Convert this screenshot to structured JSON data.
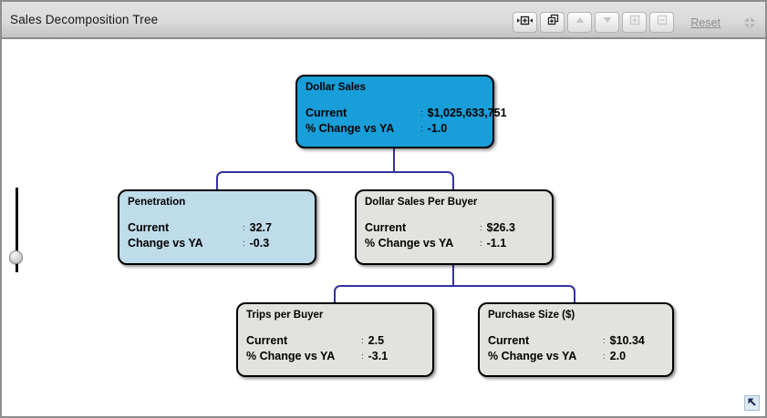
{
  "header": {
    "title": "Sales Decomposition Tree",
    "toolbar": {
      "buttons": [
        {
          "name": "expand-width",
          "icon": "expand-width-icon",
          "enabled": true
        },
        {
          "name": "cascade-levels",
          "icon": "cascade-icon",
          "enabled": true
        },
        {
          "name": "move-up",
          "icon": "arrow-up-icon",
          "enabled": false
        },
        {
          "name": "move-down",
          "icon": "arrow-down-icon",
          "enabled": false
        },
        {
          "name": "zoom-in",
          "icon": "plus-box-icon",
          "enabled": false
        },
        {
          "name": "zoom-out",
          "icon": "minus-box-icon",
          "enabled": false
        }
      ],
      "reset_label": "Reset",
      "collapse_icon": "collapse-arrows-icon"
    }
  },
  "tree": {
    "colon": ":",
    "connector_color": "#3333a2",
    "nodes": [
      {
        "id": "dollar-sales",
        "title": "Dollar Sales",
        "color": "#189ed9",
        "rows": [
          {
            "label": "Current",
            "value": "$1,025,633,751"
          },
          {
            "label": "% Change vs YA",
            "value": "-1.0"
          }
        ]
      },
      {
        "id": "penetration",
        "title": "Penetration",
        "color": "#bfdceb",
        "rows": [
          {
            "label": "Current",
            "value": "32.7"
          },
          {
            "label": "Change vs YA",
            "value": "-0.3"
          }
        ]
      },
      {
        "id": "dollar-sales-per-buyer",
        "title": "Dollar Sales Per Buyer",
        "color": "#e2e2de",
        "rows": [
          {
            "label": "Current",
            "value": "$26.3"
          },
          {
            "label": "% Change vs YA",
            "value": "-1.1"
          }
        ]
      },
      {
        "id": "trips-per-buyer",
        "title": "Trips per Buyer",
        "color": "#e2e2de",
        "rows": [
          {
            "label": "Current",
            "value": "2.5"
          },
          {
            "label": "% Change vs YA",
            "value": "-3.1"
          }
        ]
      },
      {
        "id": "purchase-size",
        "title": "Purchase Size ($)",
        "color": "#e2e2de",
        "rows": [
          {
            "label": "Current",
            "value": "$10.34"
          },
          {
            "label": "% Change vs YA",
            "value": "2.0"
          }
        ]
      }
    ]
  },
  "slider": {
    "name": "zoom-slider"
  },
  "corner_button": {
    "icon": "arrow-up-left-icon"
  }
}
